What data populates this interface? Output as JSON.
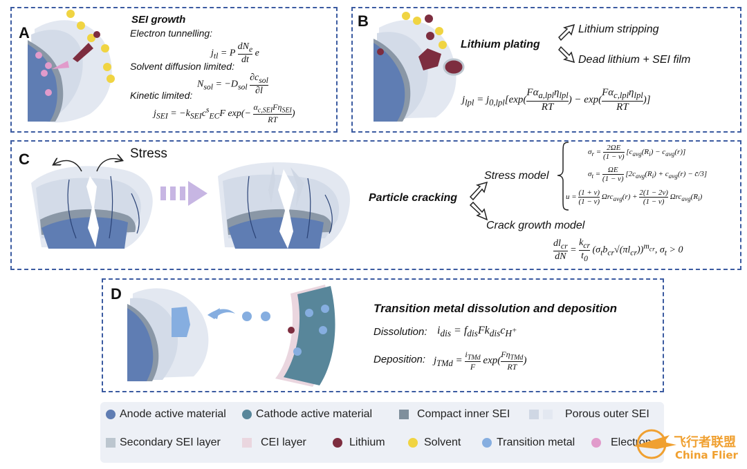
{
  "panels": {
    "a": {
      "label": "A",
      "title": "SEI growth",
      "electron_tunnelling": "Electron tunnelling:",
      "eq_tunnelling": "j_tl = P dN_e/dt e",
      "solvent_diffusion": "Solvent diffusion limited:",
      "eq_diffusion": "N_sol = −D_sol ∂c_sol/∂l",
      "kinetic_limited": "Kinetic limited:",
      "eq_kinetic": "j_SEI = −k_SEI c^s_EC F exp(−α_c,SEI F η_SEI / RT)"
    },
    "b": {
      "label": "B",
      "title": "Lithium plating",
      "stripping": "Lithium stripping",
      "dead": "Dead lithium + SEI film",
      "eq_plating": "j_lpl = j_0,lpl[exp(Fα_a,lpl η_lpl / RT) − exp(Fα_c,lpl η_lpl / RT)]"
    },
    "c": {
      "label": "C",
      "stress": "Stress",
      "title": "Particle cracking",
      "stress_model": "Stress model",
      "crack_model": "Crack growth model",
      "eq_sigma_r": "σ_r = 2ΩE/(1−ν) [c_avg(R_i) − c_avg(r)]",
      "eq_sigma_t": "σ_t = ΩE/(1−ν) [2c_avg(R_i) + c_avg(r) − c̄/3]",
      "eq_u": "u = (1+ν)/(1−ν) Ωr c_avg(r) + 2(1−2ν)/(1−ν) Ωr c_avg(R_i)",
      "eq_crack": "dl_cr/dN = k_cr/t_0 (σ_t b_cr √(πl_cr))^m_cr, σ_t > 0"
    },
    "d": {
      "label": "D",
      "title": "Transition metal dissolution and deposition",
      "dissolution": "Dissolution:",
      "eq_dissolution": "i_dis = f_dis F k_dis c_H+",
      "deposition": "Deposition:",
      "eq_deposition": "j_TMd = i_TMd/F exp(Fη_TMd / RT)"
    }
  },
  "legend": [
    {
      "label": "Anode active material",
      "color": "#5f7db3"
    },
    {
      "label": "Cathode active material",
      "color": "#58869a"
    },
    {
      "label": "Compact inner SEI",
      "color": "#7f8f9c"
    },
    {
      "label": "Porous outer SEI",
      "color": "#cfd7e4"
    },
    {
      "label": "Secondary SEI layer",
      "color": "#bcc6cf"
    },
    {
      "label": "CEI layer",
      "color": "#ead6df"
    },
    {
      "label": "Lithium",
      "color": "#7d2d3f"
    },
    {
      "label": "Solvent",
      "color": "#f0d442"
    },
    {
      "label": "Transition metal",
      "color": "#86aee0"
    },
    {
      "label": "Electron",
      "color": "#e19bcb"
    }
  ],
  "watermark": {
    "cn": "飞行者联盟",
    "en": "China Flier"
  }
}
